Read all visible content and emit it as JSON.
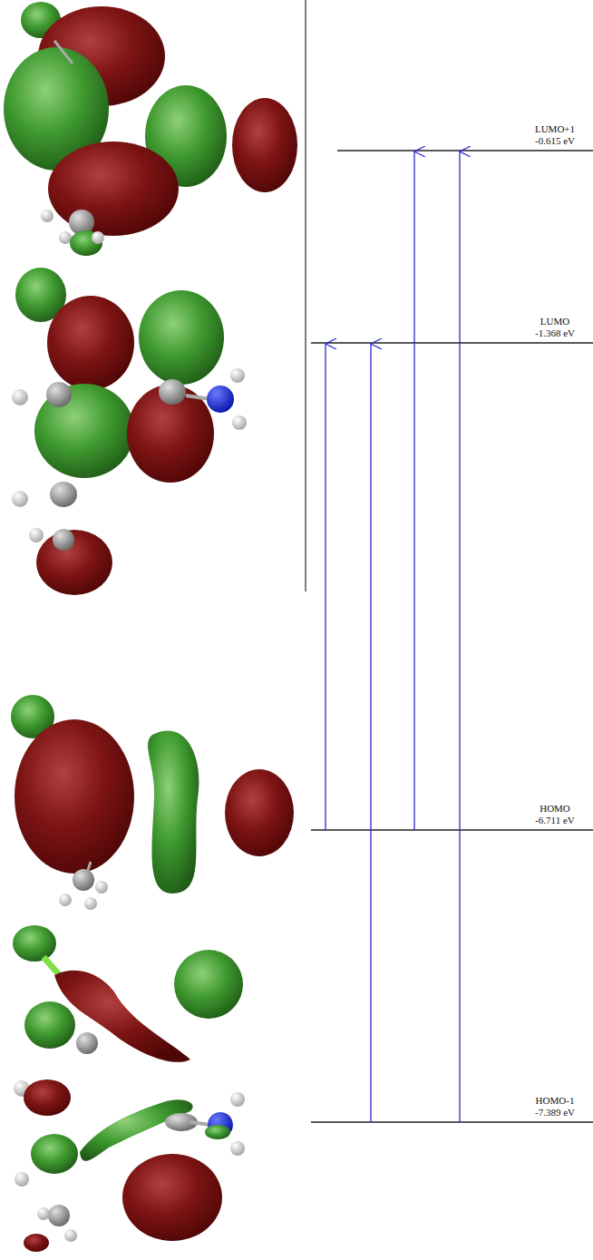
{
  "diagram": {
    "labels": [
      "LUMO+1",
      "-0.615 eV",
      "LUMO",
      "-1.368 eV",
      "HOMO",
      "-6.711 eV",
      "HOMO-1",
      "-7.389 eV"
    ]
  }
}
